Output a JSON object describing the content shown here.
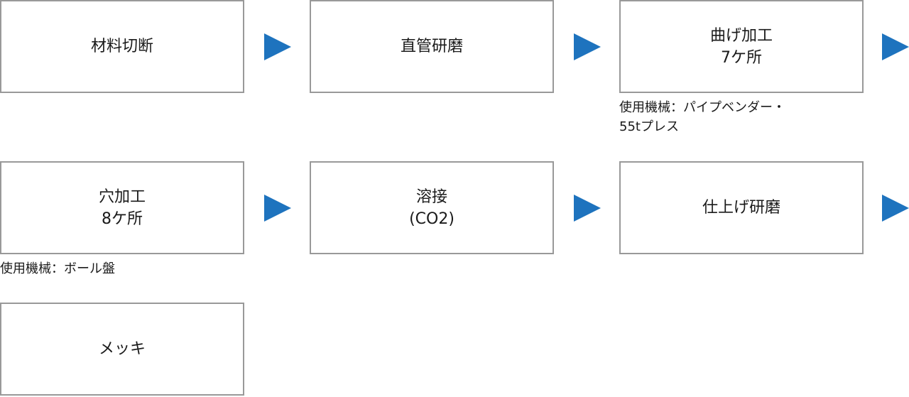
{
  "colors": {
    "arrow": "#1e73be",
    "box_border": "#999999",
    "text": "#1a1a1a"
  },
  "steps": [
    {
      "line1": "材料切断",
      "line2": ""
    },
    {
      "line1": "直管研磨",
      "line2": ""
    },
    {
      "line1": "曲げ加工",
      "line2": "7ケ所",
      "note_line1": "使用機械：パイプベンダー・",
      "note_line2": "55tプレス"
    },
    {
      "line1": "穴加工",
      "line2": "8ケ所",
      "note_line1": "使用機械：ボール盤"
    },
    {
      "line1": "溶接",
      "line2": "(CO2)"
    },
    {
      "line1": "仕上げ研磨",
      "line2": ""
    },
    {
      "line1": "メッキ",
      "line2": ""
    }
  ],
  "arrows": [
    {
      "icon": "triangle-right-icon"
    },
    {
      "icon": "triangle-right-icon"
    },
    {
      "icon": "triangle-right-icon"
    },
    {
      "icon": "triangle-right-icon"
    },
    {
      "icon": "triangle-right-icon"
    },
    {
      "icon": "triangle-right-icon"
    }
  ]
}
